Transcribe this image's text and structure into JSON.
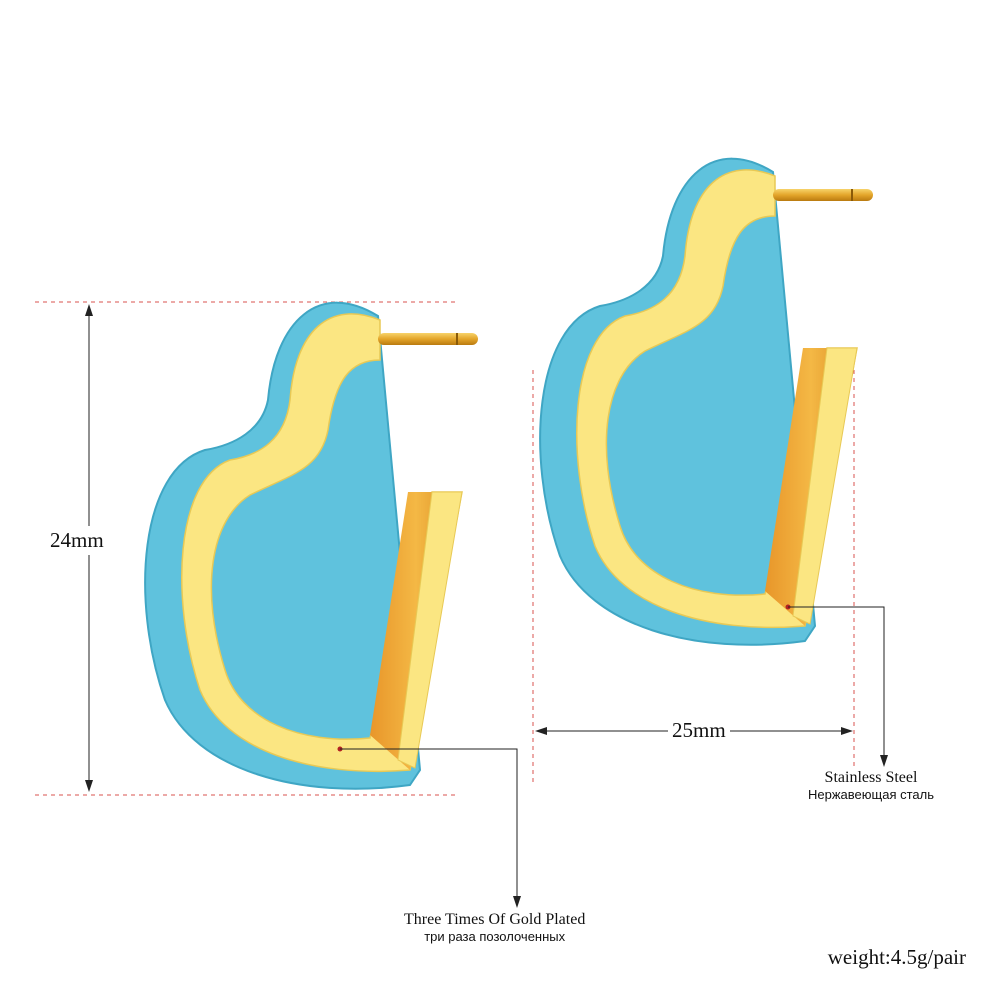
{
  "colors": {
    "enamel": "#5fc2dd",
    "enamel_dark": "#3fa6c4",
    "gold": "#fbe682",
    "gold_inner": "#f0a72a",
    "guide_line": "#d9534f"
  },
  "dimensions": {
    "height": "24mm",
    "width": "25mm"
  },
  "labels": {
    "gold": {
      "en": "Three Times Of Gold Plated",
      "ru": "три раза позолоченных"
    },
    "steel": {
      "en": "Stainless Steel",
      "ru": "Нержавеющая сталь"
    }
  },
  "weight": "weight:4.5g/pair"
}
